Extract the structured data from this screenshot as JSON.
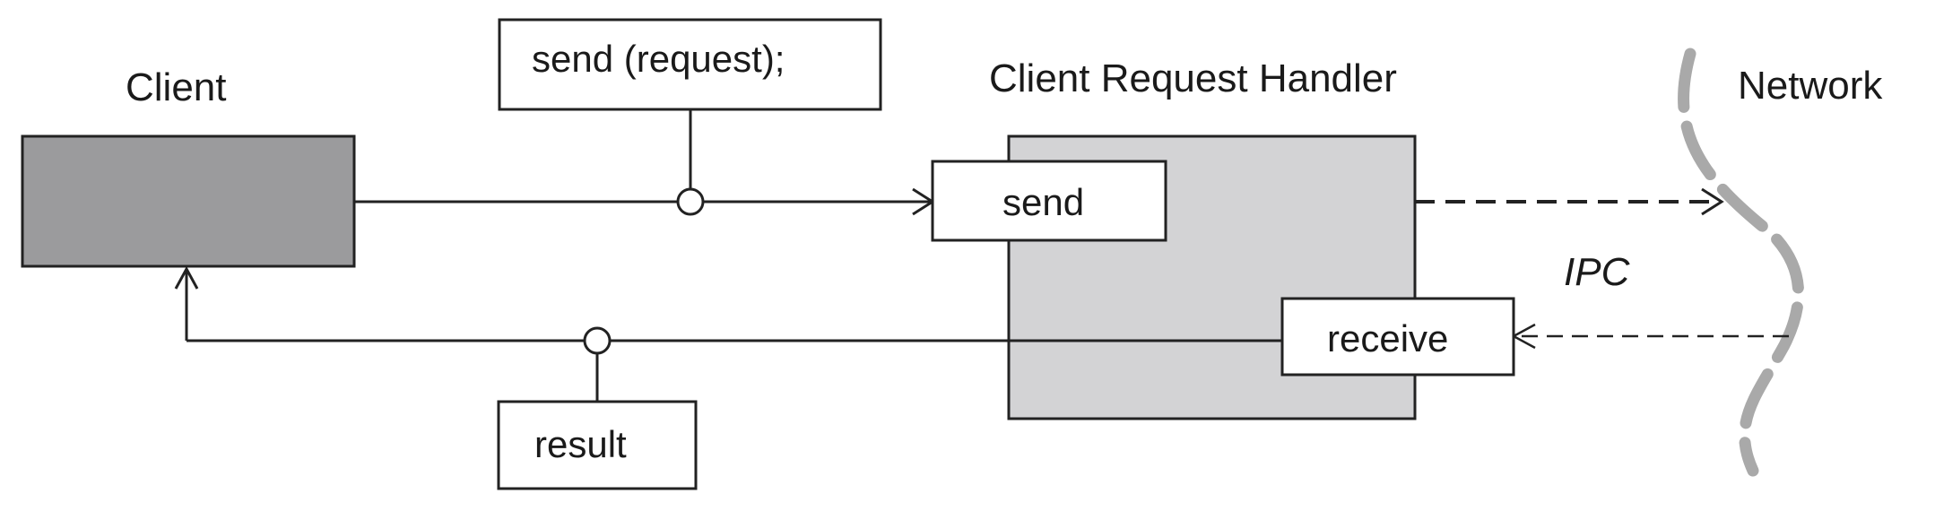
{
  "labels": {
    "client": "Client",
    "handler": "Client Request Handler",
    "network": "Network",
    "ipc": "IPC"
  },
  "boxes": {
    "send_request": "send (request);",
    "send": "send",
    "receive": "receive",
    "result": "result"
  },
  "colors": {
    "client_fill": "#9b9b9d",
    "handler_fill": "#d3d3d5",
    "network_line": "#a9a9a9",
    "stroke": "#222222"
  }
}
